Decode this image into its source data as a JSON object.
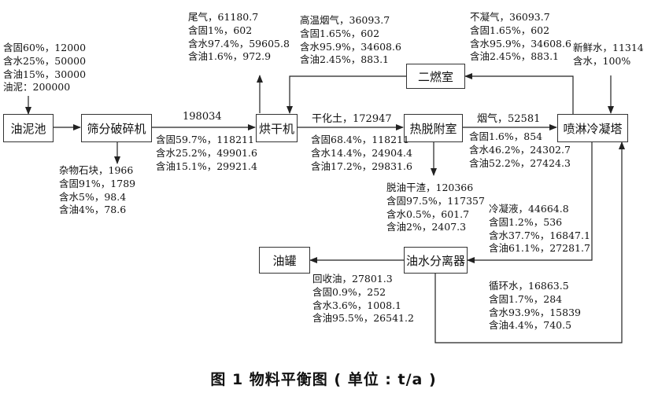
{
  "nodes": {
    "sludge_pool": "油泥池",
    "screen_crusher": "筛分破碎机",
    "dryer": "烘干机",
    "thermal_desorption": "热脱附室",
    "spray_tower": "喷淋冷凝塔",
    "secondary_combustion": "二燃室",
    "oil_water_separator": "油水分离器",
    "oil_tank": "油罐"
  },
  "feed": [
    "含固60%，12000",
    "含水25%，50000",
    "含油15%，30000",
    "油泥：200000"
  ],
  "flow_198034": "198034",
  "crusher_output": [
    "含固59.7%，118211",
    "含水25.2%，49901.6",
    "含油15.1%，29921.4"
  ],
  "debris": [
    "杂物石块，1966",
    "含固91%，1789",
    "含水5%，98.4",
    "含油4%，78.6"
  ],
  "tail_gas": [
    "尾气，61180.7",
    "含固1%，602",
    "含水97.4%，59605.8",
    "含油1.6%，972.9"
  ],
  "hot_flue_gas": [
    "高温烟气，36093.7",
    "含固1.65%，602",
    "含水95.9%，34608.6",
    "含油2.45%，883.1"
  ],
  "dried_soil_title": "干化土，172947",
  "dried_soil": [
    "含固68.4%，118211",
    "含水14.4%，24904.4",
    "含油17.2%，29831.6"
  ],
  "noncondensable": [
    "不凝气，36093.7",
    "含固1.65%，602",
    "含水95.9%，34608.6",
    "含油2.45%，883.1"
  ],
  "fresh_water": [
    "新鲜水，11314",
    "含水，100%"
  ],
  "flue_gas_title": "烟气，52581",
  "flue_gas": [
    "含固1.6%，854",
    "含水46.2%，24302.7",
    "含油52.2%，27424.3"
  ],
  "residue": [
    "脱油干渣，120366",
    "含固97.5%，117357",
    "含水0.5%，601.7",
    "含油2%，2407.3"
  ],
  "condensate": [
    "冷凝液，44664.8",
    "含固1.2%，536",
    "含水37.7%，16847.1",
    "含油61.1%，27281.7"
  ],
  "recovered_oil": [
    "回收油，27801.3",
    "含固0.9%，252",
    "含水3.6%，1008.1",
    "含油95.5%，26541.2"
  ],
  "circulating_water": [
    "循环水，16863.5",
    "含固1.7%，284",
    "含水93.9%，15839",
    "含油4.4%，740.5"
  ],
  "caption": "图 1 物料平衡图 ( 单位 : t/a )"
}
